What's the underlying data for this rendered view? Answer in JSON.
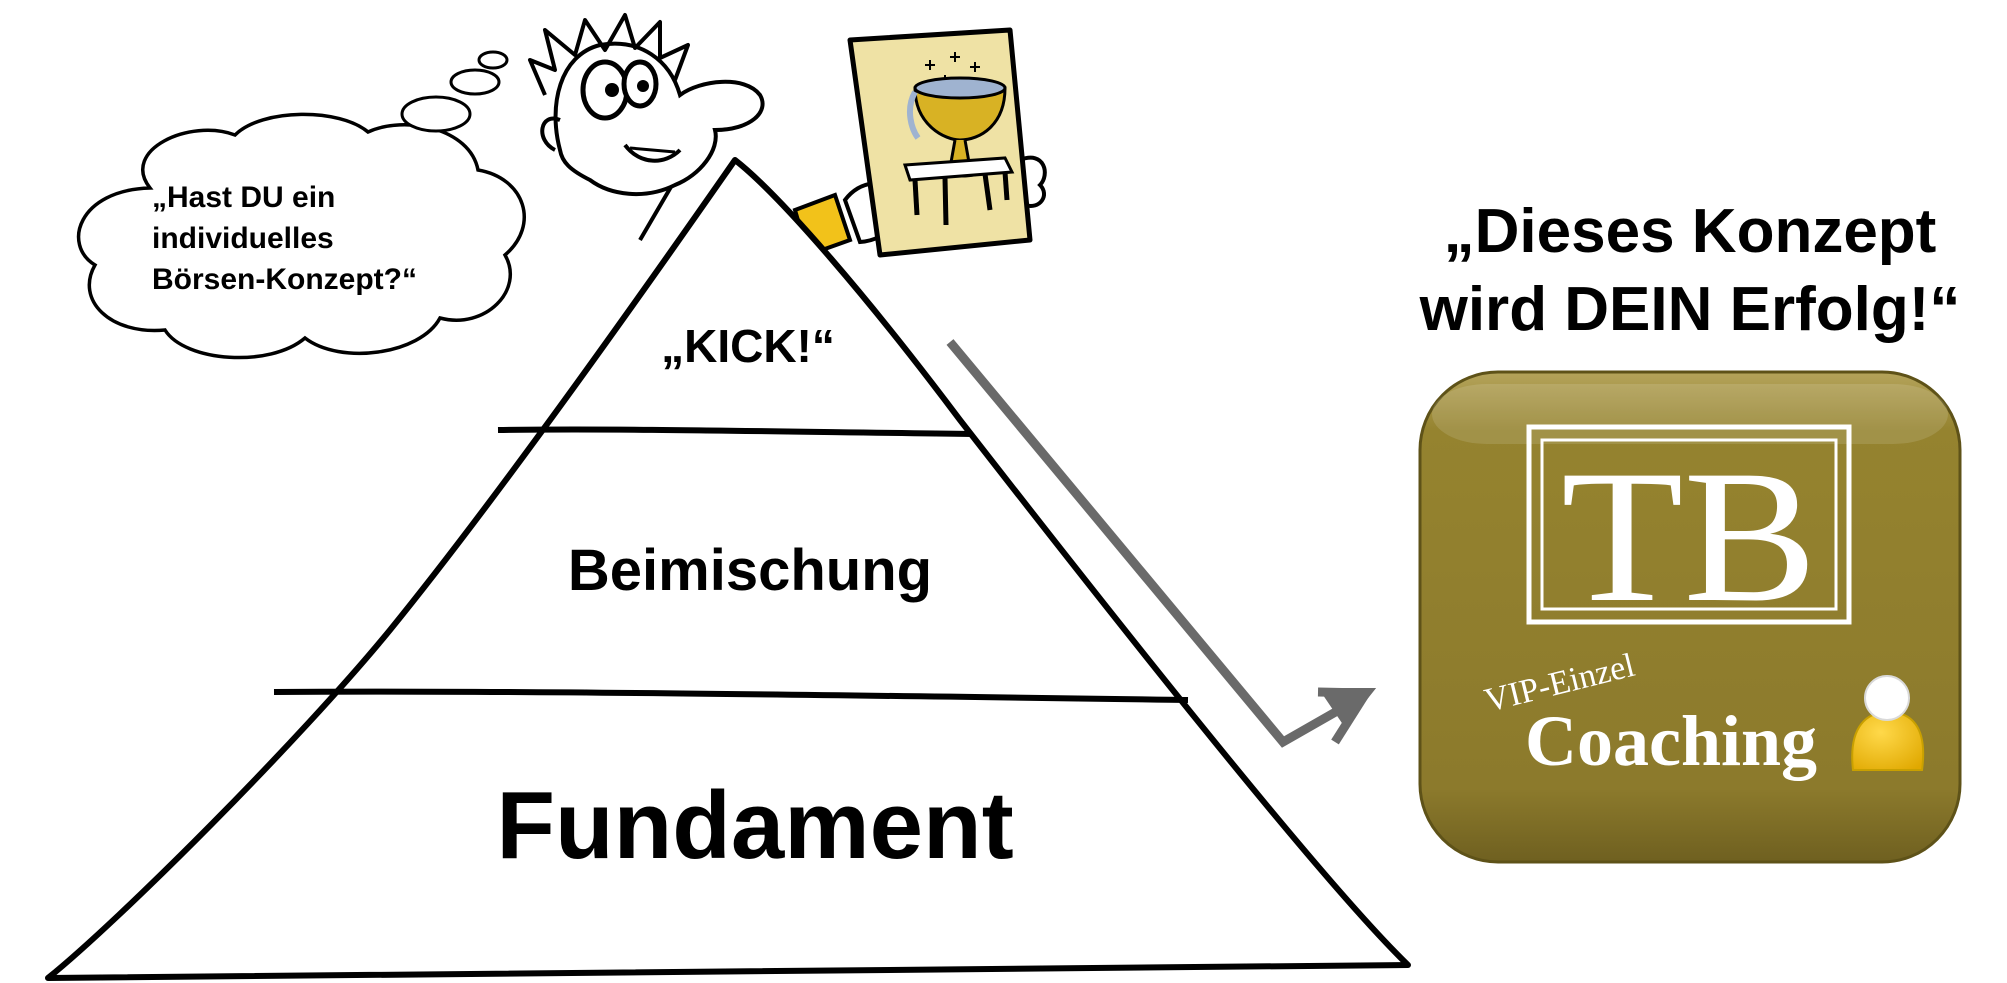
{
  "thought_bubble": {
    "line1": "„Hast DU ein",
    "line2": "individuelles",
    "line3": "Börsen-Konzept?“"
  },
  "pyramid": {
    "top_label": "„KICK!“",
    "middle_label": "Beimischung",
    "bottom_label": "Fundament"
  },
  "headline": {
    "line1": "„Dieses Konzept",
    "line2": "wird DEIN Erfolg!“"
  },
  "badge": {
    "logo_text": "TB",
    "sub_label": "VIP-Einzel",
    "main_label": "Coaching",
    "icon": "person-icon"
  },
  "colors": {
    "badge_gold": "#8e7c2e",
    "badge_frame": "#ffffff",
    "person_yellow": "#f2c21a",
    "arrow_gray": "#6a6a6a",
    "card_bg": "#efe2a5",
    "grail_gold": "#d8b224"
  }
}
